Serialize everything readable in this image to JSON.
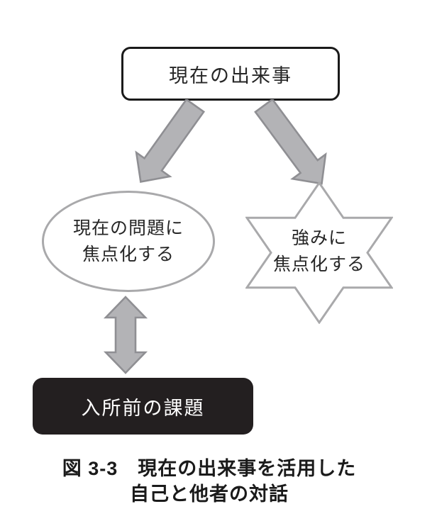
{
  "figure": {
    "top_box": {
      "label": "現在の出来事"
    },
    "ellipse": {
      "line1": "現在の問題に",
      "line2": "焦点化する"
    },
    "star": {
      "line1": "強みに",
      "line2": "焦点化する"
    },
    "black_box": {
      "label": "入所前の課題"
    },
    "caption": {
      "line1": "図 3-3　現在の出来事を活用した",
      "line2": "自己と他者の対話"
    },
    "icons": {
      "left_arrow": "down-left-block-arrow-icon",
      "right_arrow": "down-right-block-arrow-icon",
      "double_arrow": "vertical-double-arrow-icon"
    },
    "colors": {
      "arrow_fill": "#b3b3b6",
      "arrow_stroke": "#8f8f93",
      "shape_stroke": "#a9a9ab",
      "box_border": "#1a1a1a",
      "black_box_bg": "#231f20",
      "text": "#262626"
    }
  }
}
